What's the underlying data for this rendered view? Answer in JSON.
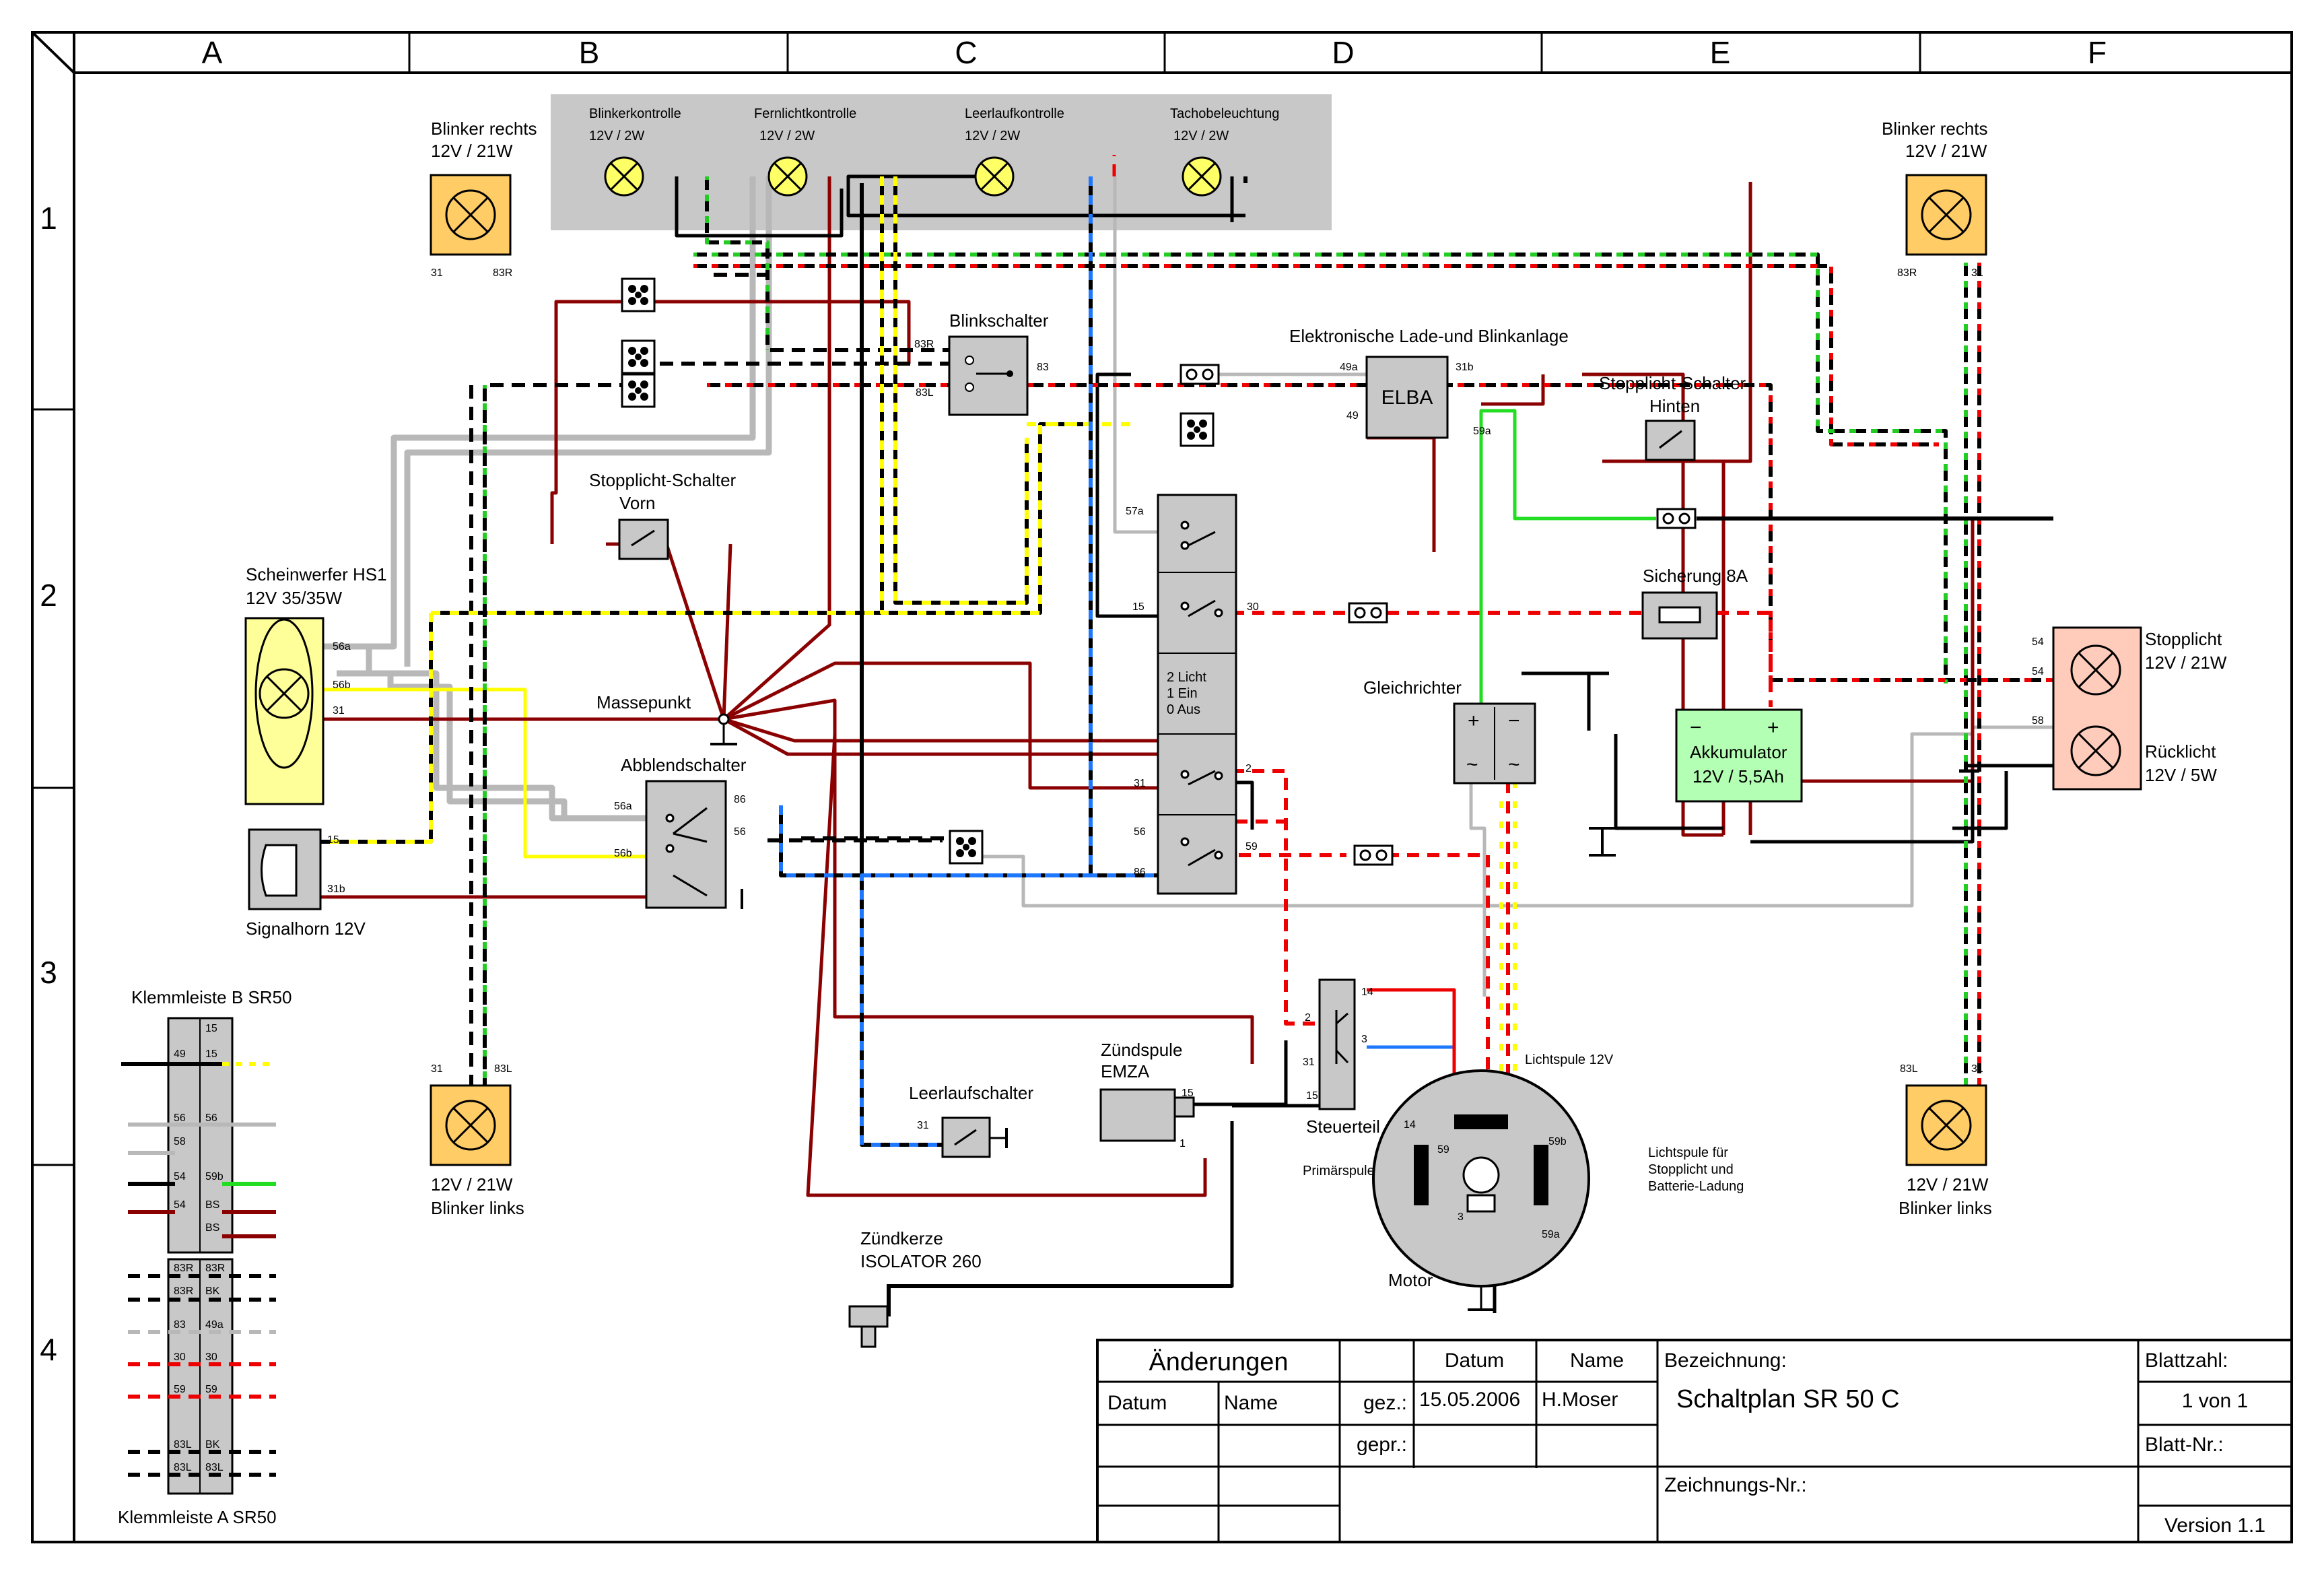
{
  "grid": {
    "columns": [
      "A",
      "B",
      "C",
      "D",
      "E",
      "F"
    ],
    "rows": [
      "1",
      "2",
      "3",
      "4"
    ]
  },
  "lamps": {
    "blinker_rechts_top_left": {
      "title": "Blinker rechts",
      "rating": "12V / 21W",
      "pin_a": "31",
      "pin_b": "83R"
    },
    "blinker_rechts_top_right": {
      "title": "Blinker rechts",
      "rating": "12V / 21W",
      "pin_a": "83R",
      "pin_b": "31"
    },
    "blinker_links_bottom_left": {
      "title": "Blinker links",
      "rating": "12V / 21W",
      "pin_a": "31",
      "pin_b": "83L"
    },
    "blinker_links_bottom_right": {
      "title": "Blinker links",
      "rating": "12V / 21W",
      "pin_a": "83L",
      "pin_b": "31"
    }
  },
  "indicators": [
    {
      "name": "Blinkerkontrolle",
      "rating": "12V / 2W"
    },
    {
      "name": "Fernlichtkontrolle",
      "rating": "12V / 2W"
    },
    {
      "name": "Leerlaufkontrolle",
      "rating": "12V / 2W"
    },
    {
      "name": "Tachobeleuchtung",
      "rating": "12V / 2W"
    }
  ],
  "components": {
    "blinkschalter": {
      "title": "Blinkschalter",
      "pin_83r": "83R",
      "pin_83l": "83L",
      "pin_83": "83"
    },
    "elba": {
      "title": "Elektronische  Lade-und Blinkanlage",
      "label": "ELBA",
      "pin_49a": "49a",
      "pin_31b": "31b",
      "pin_49": "49",
      "pin_59a": "59a"
    },
    "stopplicht_hinten": {
      "title": "Stopplicht-Schalter",
      "subtitle": "Hinten"
    },
    "stopplicht_vorn": {
      "title": "Stopplicht-Schalter",
      "subtitle": "Vorn"
    },
    "scheinwerfer": {
      "title": "Scheinwerfer HS1",
      "rating": "12V 35/35W",
      "pin_56a": "56a",
      "pin_56b": "56b",
      "pin_31": "31"
    },
    "massepunkt": {
      "title": "Massepunkt"
    },
    "zuendschloss": {
      "pin_57a": "57a",
      "pin_15": "15",
      "pin_30": "30",
      "text_1": "2 Licht",
      "text_2": "1 Ein",
      "text_3": "0 Aus",
      "pin_31": "31",
      "pin_2": "2",
      "pin_56": "56",
      "pin_59": "59",
      "pin_86": "86"
    },
    "sicherung": {
      "title": "Sicherung 8A"
    },
    "gleichrichter": {
      "title": "Gleichrichter",
      "plus": "+",
      "minus": "−",
      "ac1": "~",
      "ac2": "~"
    },
    "akku": {
      "title": "Akkumulator",
      "rating": "12V / 5,5Ah",
      "minus": "−",
      "plus": "+"
    },
    "stopplicht": {
      "title": "Stopplicht",
      "rating": "12V / 21W",
      "pin_a": "54",
      "pin_b": "54"
    },
    "ruecklicht": {
      "title": "Rücklicht",
      "rating": "12V / 5W",
      "pin_a": "58"
    },
    "abblendschalter": {
      "title": "Abblendschalter",
      "pin_56a": "56a",
      "pin_56b": "56b",
      "pin_86": "86",
      "pin_56": "56"
    },
    "signalhorn": {
      "title": "Signalhorn 12V",
      "pin_15": "15",
      "pin_31b": "31b"
    },
    "steuerteil": {
      "title": "Steuerteil",
      "pin_14": "14",
      "pin_2": "2",
      "pin_3": "3",
      "pin_31": "31",
      "pin_15": "15"
    },
    "zuendspule": {
      "title": "Zündspule",
      "subtitle": "EMZA",
      "pin_15": "15",
      "pin_1": "1"
    },
    "leerlaufschalter": {
      "title": "Leerlaufschalter",
      "pin_31": "31"
    },
    "zuendkerze": {
      "title": "Zündkerze",
      "subtitle": "ISOLATOR 260"
    },
    "motor": {
      "title": "Motor",
      "primaer": "Primärspule",
      "lichtspule": "Lichtspule 12V",
      "lichtspule_note_1": "Lichtspule für",
      "lichtspule_note_2": "Stopplicht und",
      "lichtspule_note_3": "Batterie-Ladung",
      "pin_14": "14",
      "pin_59": "59",
      "pin_59b": "59b",
      "pin_59a": "59a",
      "pin_3": "3"
    }
  },
  "terminal_b": {
    "title": "Klemmleiste B SR50",
    "rows": [
      [
        "",
        "15"
      ],
      [
        "49",
        "15"
      ],
      [
        "56",
        "56"
      ],
      [
        "58",
        ""
      ],
      [
        "54",
        "59b"
      ],
      [
        "54",
        "BS"
      ],
      [
        "",
        "BS"
      ]
    ]
  },
  "terminal_a": {
    "title": "Klemmleiste A SR50",
    "rows": [
      [
        "83R",
        "83R"
      ],
      [
        "83R",
        "BK"
      ],
      [
        "83",
        "49a"
      ],
      [
        "30",
        "30"
      ],
      [
        "59",
        "59"
      ],
      [
        "83L",
        "BK"
      ],
      [
        "83L",
        "83L"
      ]
    ]
  },
  "titleblock": {
    "aenderungen": "Änderungen",
    "datum": "Datum",
    "name": "Name",
    "datum_col": "Datum",
    "name_col": "Name",
    "gez": "gez.:",
    "gez_date": "15.05.2006",
    "gez_name": "H.Moser",
    "gepr": "gepr.:",
    "bezeichnung_label": "Bezeichnung:",
    "bezeichnung": "Schaltplan SR 50 C",
    "zeichnungs_label": "Zeichnungs-Nr.:",
    "blattzahl_label": "Blattzahl:",
    "blattzahl": "1 von 1",
    "blattnr_label": "Blatt-Nr.:",
    "version": "Version 1.1"
  }
}
